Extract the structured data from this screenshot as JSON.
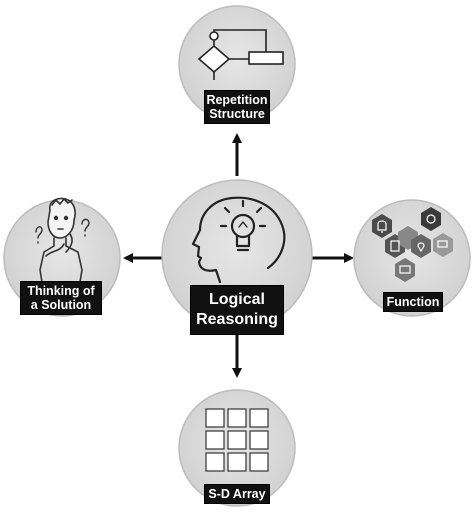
{
  "nodes": {
    "center": {
      "line1": "Logical",
      "line2": "Reasoning"
    },
    "top": {
      "line1": "Repetition",
      "line2": "Structure"
    },
    "left": {
      "line1": "Thinking of",
      "line2": "a Solution"
    },
    "right": {
      "label": "Function"
    },
    "bottom": {
      "label": "S-D Array"
    }
  },
  "icons": {
    "center": "head-lightbulb-icon",
    "top": "flowchart-icon",
    "left": "thinking-person-icon",
    "right": "hexagon-icons-cluster",
    "bottom": "grid-3x3-icon"
  },
  "colors": {
    "circle_fill": "#d9d9d9",
    "circle_stroke": "#bcbcbc",
    "label_bg": "#111111",
    "label_text": "#ffffff",
    "arrow": "#111111"
  }
}
